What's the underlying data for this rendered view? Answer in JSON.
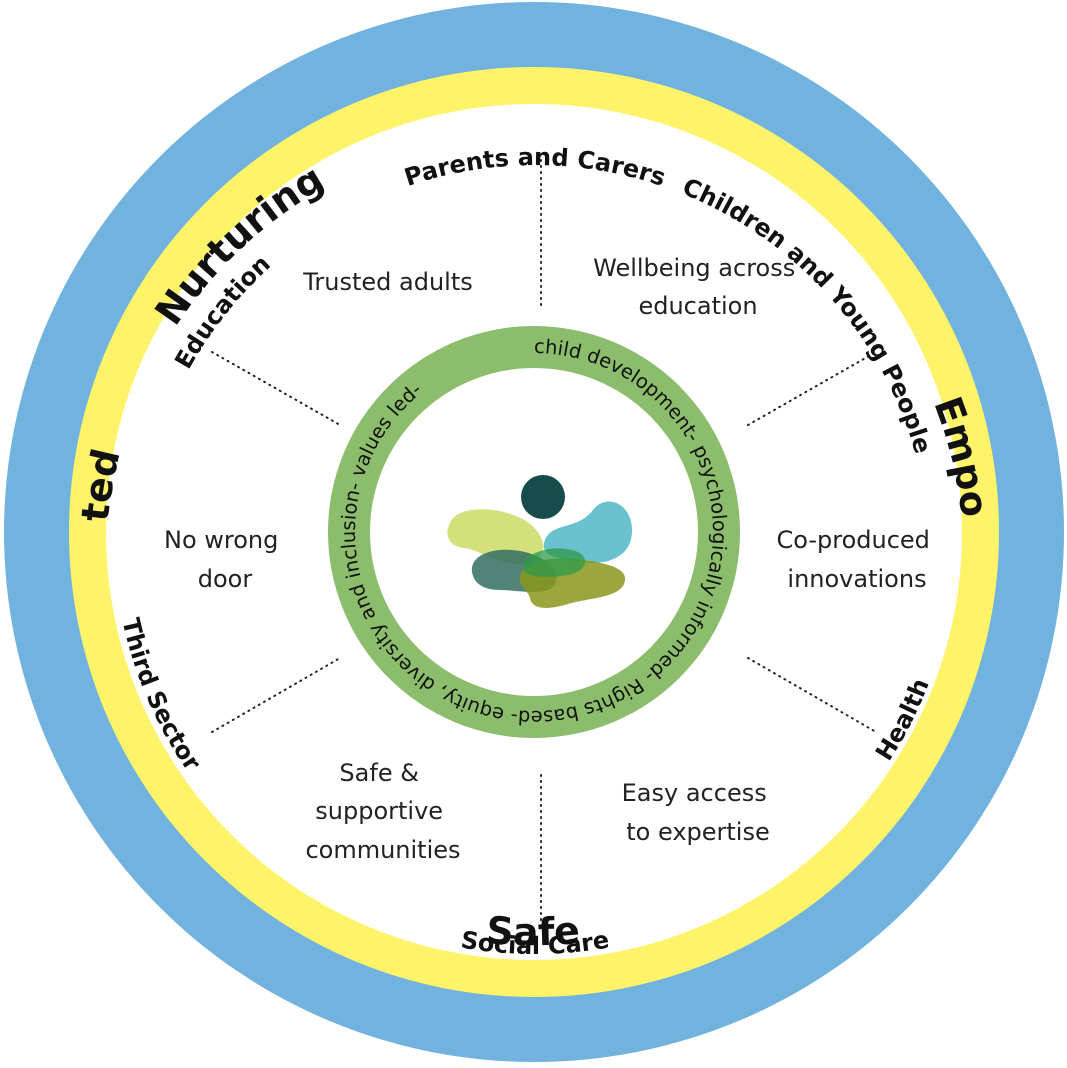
{
  "colors": {
    "outer_ring": "#72b2df",
    "middle_ring": "#fff36a",
    "inner_area": "#ffffff",
    "core_ring": "#8bbd6c",
    "logo_dot": "#164c4c"
  },
  "outer_ring": {
    "nurturing": "Nurturing",
    "empowering": "Empowering",
    "safe": "Safe",
    "trusted": "Trusted"
  },
  "middle_ring": {
    "parents_and_carers": "Parents and Carers",
    "children_and_young_people": "Children and Young People",
    "health": "Health",
    "social_care": "Social Care",
    "third_sector": "Third Sector",
    "education": "Education"
  },
  "segments": {
    "trusted_adults": [
      "Trusted adults"
    ],
    "wellbeing_across_education": [
      "Wellbeing across",
      "education"
    ],
    "co_produced_innovations": [
      "Co-produced",
      "innovations"
    ],
    "easy_access_to_expertise": [
      "Easy access",
      "to expertise"
    ],
    "safe_and_supportive_communities": [
      "Safe &",
      "supportive",
      "communities"
    ],
    "no_wrong_door": [
      "No wrong",
      "door"
    ]
  },
  "core_ring": {
    "principles": "child development- psychologically informed- Rights based- equity, diversity and inclusion- values led-"
  },
  "logo": {
    "icon": "abstract-figure-logo"
  }
}
